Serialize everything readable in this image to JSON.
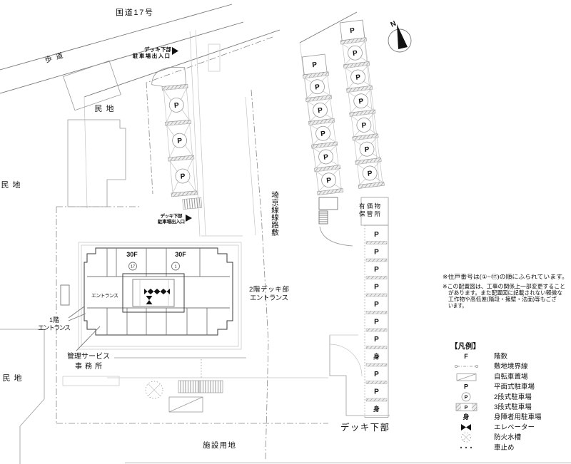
{
  "plan": {
    "road_label": "国道17号",
    "sidewalk_label": "歩道",
    "private_land_labels": [
      "民地",
      "民地",
      "民地"
    ],
    "railway_label": "埼京線線路敷",
    "facility_land_label": "施設用地",
    "deck_bottom_label": "デッキ下部",
    "valuables_storage_lines": [
      "有価物",
      "保管所"
    ],
    "deck_parking_entrance_lines": [
      "デッキ下部",
      "駐車場出入口"
    ],
    "north_label": "N"
  },
  "building": {
    "floor_labels": [
      "30F",
      "30F"
    ],
    "unit_numbers": [
      "17",
      "1"
    ],
    "entrance_label": "エントランス",
    "entrance_1f_lines": [
      "1階",
      "エントランス"
    ],
    "entrance_2f_lines": [
      "2階デッキ部",
      "エントランス"
    ],
    "office_lines": [
      "管理サービス",
      "事務所"
    ]
  },
  "parking": {
    "upper_strip_stalls": [
      "P",
      "P",
      "P"
    ],
    "column_a": {
      "top_stall": "P",
      "stalls": [
        "P",
        "P",
        "P",
        "P",
        "P"
      ]
    },
    "column_b": {
      "top_stall": "P",
      "stalls": [
        "P",
        "P",
        "P",
        "P",
        "P",
        "P"
      ]
    },
    "deck_strip_stalls": [
      "P",
      "P",
      "P",
      "P",
      "P",
      "P",
      "P",
      "身",
      "P",
      "P",
      "身"
    ]
  },
  "notes": {
    "note1": "※住戸番号は(①~⑰)の順にふられています。",
    "note2_lines": [
      "※この配置図は、工事の関係上一部変更すること",
      "があります。また配置図に記載されない軽微な",
      "工作物や高低差(階段・擁壁・法面)等もござ",
      "います。"
    ]
  },
  "legend": {
    "title": "【凡例】",
    "rows": [
      {
        "icon": "floor-count",
        "symbol": "F",
        "label": "階数"
      },
      {
        "icon": "site-boundary",
        "symbol": "",
        "label": "敷地境界線"
      },
      {
        "icon": "bicycle-parking",
        "symbol": "",
        "label": "自転車置場"
      },
      {
        "icon": "flat-parking",
        "symbol": "P",
        "label": "平面式駐車場"
      },
      {
        "icon": "two-tier-parking",
        "symbol": "P",
        "label": "2段式駐車場"
      },
      {
        "icon": "three-tier-parking",
        "symbol": "P",
        "label": "3段式駐車場"
      },
      {
        "icon": "disabled-parking",
        "symbol": "身",
        "label": "身障者用駐車場"
      },
      {
        "icon": "elevator",
        "symbol": "",
        "label": "エレベーター"
      },
      {
        "icon": "fire-cistern",
        "symbol": "",
        "label": "防火水槽"
      },
      {
        "icon": "car-stop",
        "symbol": "",
        "label": "車止め"
      }
    ]
  },
  "colors": {
    "background": "#ffffff",
    "line": "#3a3a3a",
    "light_line": "#bbbbbb",
    "boundary_line": "#888888",
    "text": "#111111"
  }
}
